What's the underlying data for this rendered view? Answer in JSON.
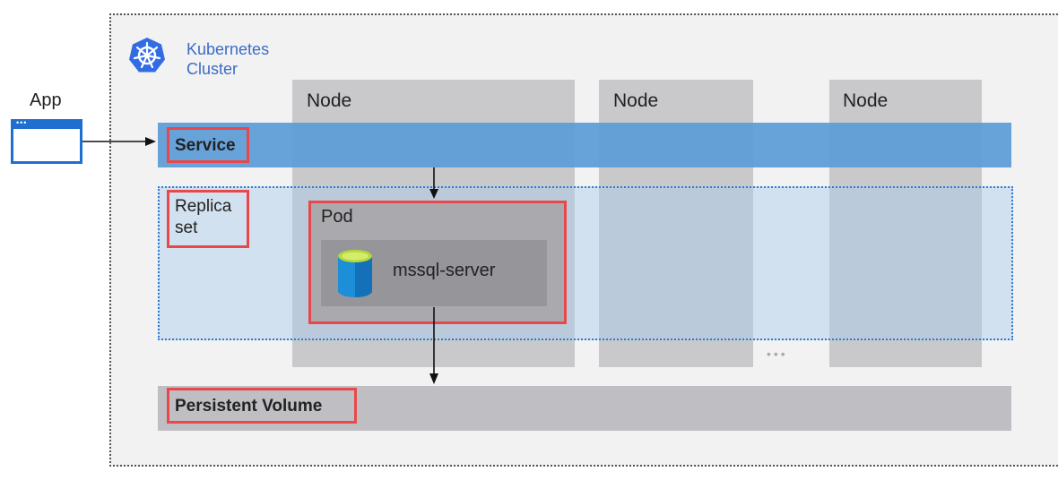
{
  "cluster": {
    "title_line1": "Kubernetes",
    "title_line2": "Cluster",
    "icon": "kubernetes-icon"
  },
  "app": {
    "label": "App",
    "icon": "browser-window-icon"
  },
  "nodes": [
    {
      "label": "Node"
    },
    {
      "label": "Node"
    },
    {
      "label": "Node"
    }
  ],
  "more_nodes": "•••",
  "service": {
    "label": "Service"
  },
  "replica_set": {
    "label_line1": "Replica",
    "label_line2": "set"
  },
  "pod": {
    "label": "Pod"
  },
  "container": {
    "label": "mssql-server",
    "icon": "database-icon"
  },
  "persistent_volume": {
    "label": "Persistent Volume"
  },
  "colors": {
    "highlight": "#e8484a",
    "service": "#5b9bd7",
    "replica_border": "#2e7bd3",
    "kubernetes_blue": "#326ce5"
  }
}
